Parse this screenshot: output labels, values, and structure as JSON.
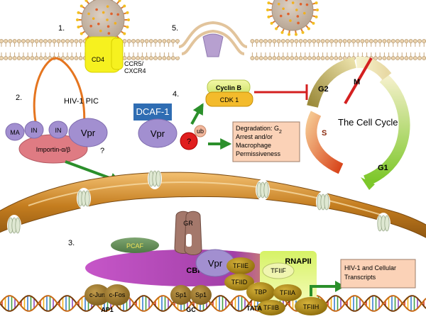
{
  "steps": {
    "s1": "1.",
    "s2": "2.",
    "s3": "3.",
    "s4": "4.",
    "s5": "5."
  },
  "entry": {
    "cd4": "CD4",
    "ccr5": "CCR5/",
    "cxcr4": "CXCR4"
  },
  "pic": {
    "title": "HIV-1 PIC",
    "ma": "MA",
    "in1": "IN",
    "in2": "IN",
    "vpr": "Vpr",
    "importin": "Importin-α/β",
    "question": "?"
  },
  "dcaf": {
    "dcaf1": "DCAF-1",
    "vpr": "Vpr",
    "question": "?",
    "ub": "ub",
    "cyclin_b": "Cyclin B",
    "cdk1": "CDK 1",
    "degradation_lines": [
      "Degradation: G",
      "Arrest and/or",
      "Macrophage",
      "Permissiveness"
    ],
    "degradation_sub": "2"
  },
  "cycle": {
    "title": "The  Cell Cycle",
    "g2": "G2",
    "m": "M",
    "s": "S",
    "g1": "G1"
  },
  "transcription": {
    "gr": "GR",
    "pcaf": "PCAF",
    "cbp": "CBP/p300",
    "vpr": "Vpr",
    "tfiie": "TFIIE",
    "tfiid": "TFIID",
    "tfiif": "TFIIF",
    "rnapii": "RNAPII",
    "tbp": "TBP",
    "tfiia": "TFIIA",
    "tfiib": "TFIIB",
    "tfiih": "TFIIH",
    "tata": "TATA",
    "cjun": "c-Jun",
    "cfos": "c-Fos",
    "ap1": "AP1",
    "sp1a": "Sp1",
    "sp1b": "Sp1",
    "gc": "GC",
    "transcripts_lines": [
      "HIV-1 and  Cellular",
      "Transcripts"
    ]
  },
  "colors": {
    "membrane": "#e8c9a0",
    "nucleus": "#b8741f",
    "virion": "#c9b7a8",
    "cycle_red": "#d9541e",
    "cycle_green": "#8ccf34",
    "arrow_green": "#2b8f2b",
    "inhibit_red": "#d42020",
    "cbp_purple": "#a23fa8",
    "tf_gold": "#a8860e",
    "vpr_purple": "#a28fd0",
    "box_peach": "#fbd2b7"
  }
}
